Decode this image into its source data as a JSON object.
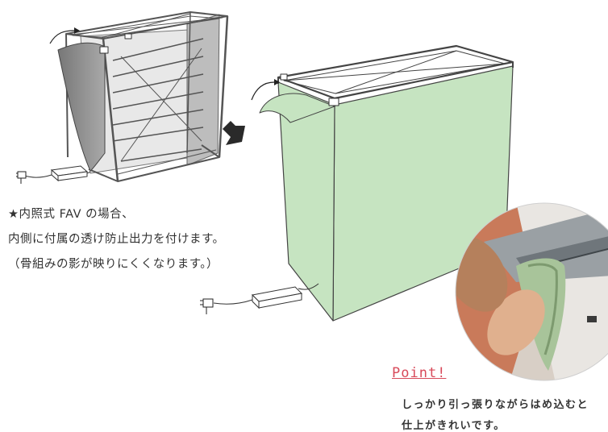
{
  "note": {
    "line1": "★内照式 FAV の場合、",
    "line2": "内側に付属の透け防止出力を付けます。",
    "line3": "（骨組みの影が映りにくくなります。）"
  },
  "point": {
    "title": "Point!",
    "line1": "しっかり引っ張りながらはめ込むと",
    "line2": "仕上がきれいです。",
    "title_color": "#d84a5a"
  },
  "colors": {
    "fabric": "#c6e4c1",
    "frame": "#555555",
    "sheet": "#8a8a8a",
    "inside": "#bdbdbd"
  },
  "icons": [
    "curved-arrow-icon",
    "right-arrow-icon",
    "power-adapter-icon",
    "plug-icon"
  ]
}
